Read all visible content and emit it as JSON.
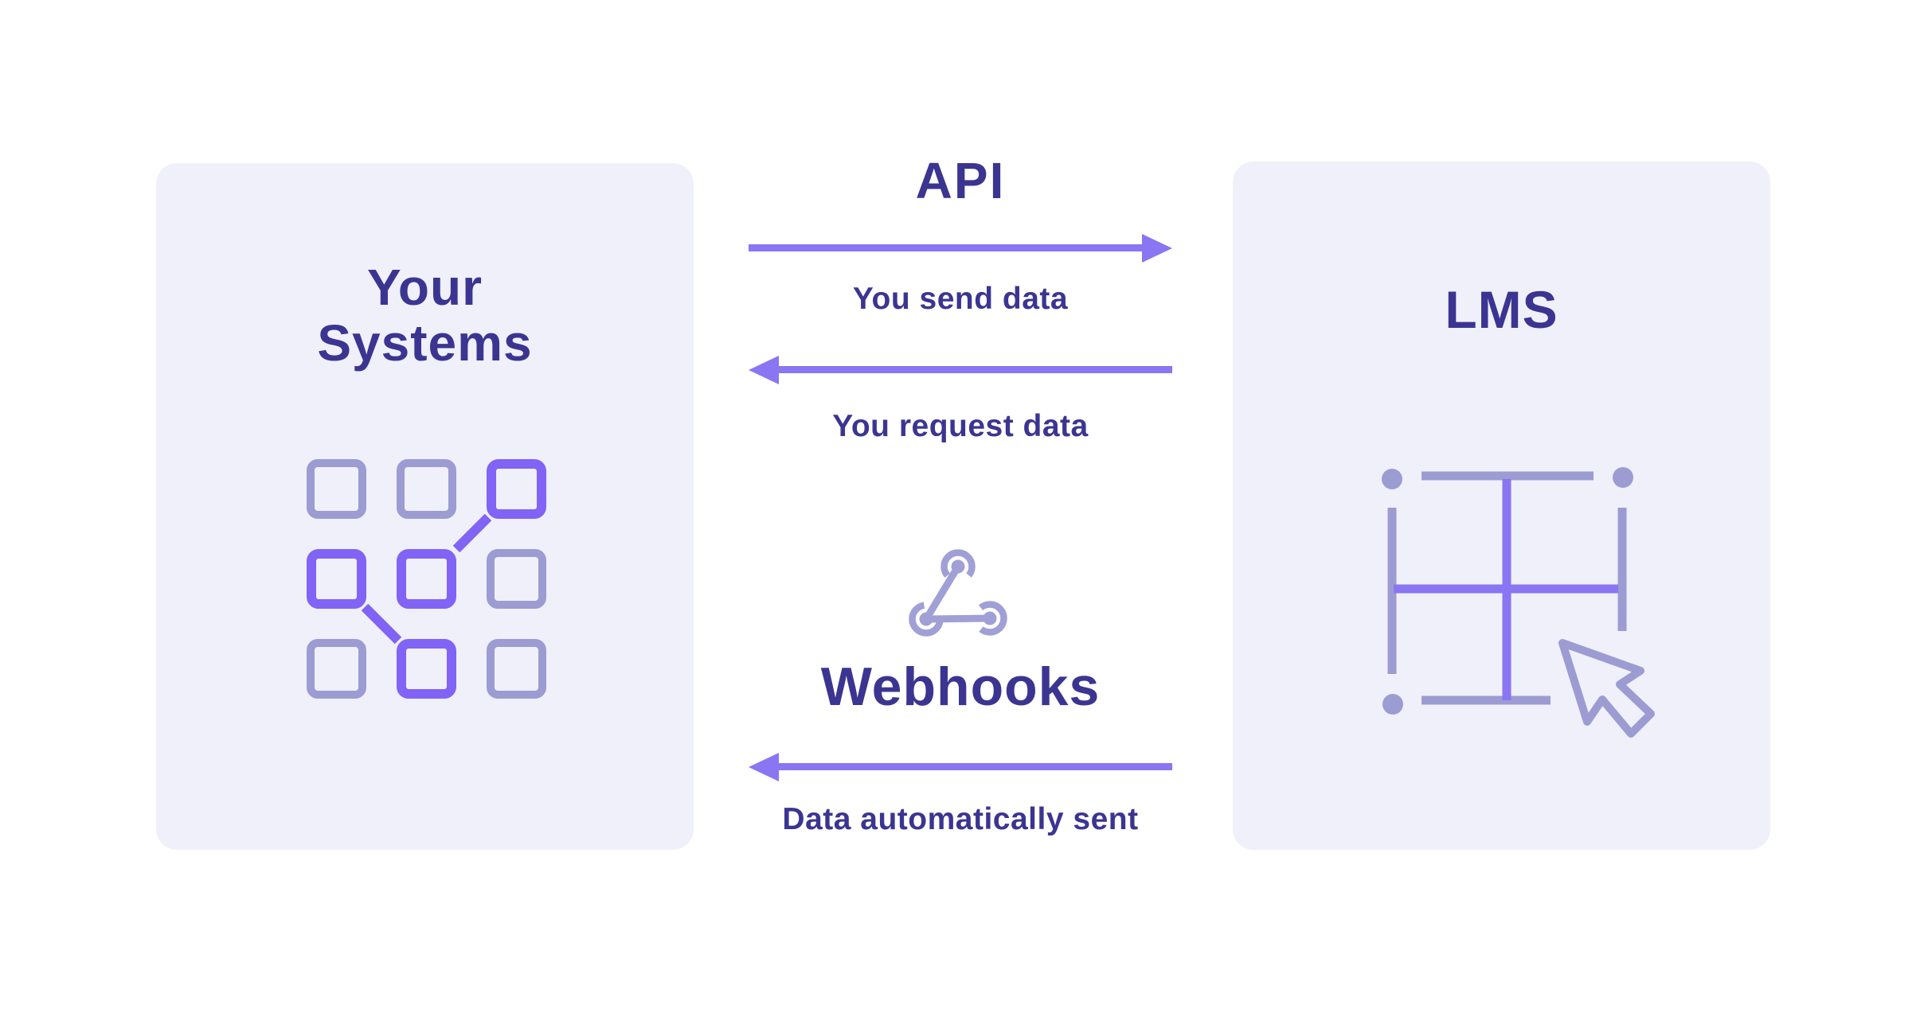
{
  "left_card": {
    "title_line1": "Your",
    "title_line2": "Systems",
    "icon": "connected-squares-icon"
  },
  "right_card": {
    "title": "LMS",
    "icon": "table-grid-cursor-icon"
  },
  "api_section": {
    "title": "API",
    "send_label": "You send data",
    "request_label": "You request data"
  },
  "webhooks_section": {
    "title": "Webhooks",
    "sent_label": "Data automatically sent",
    "icon": "webhook-icon"
  },
  "colors": {
    "background": "#FFFFFF",
    "card_bg": "#F0F0FB",
    "heading_indigo": "#3B3591",
    "arrow_purple": "#8A75F2",
    "accent_purple": "#8163F5",
    "muted_periwinkle": "#9C9CD3",
    "webhook_icon": "#A0A0D6"
  }
}
